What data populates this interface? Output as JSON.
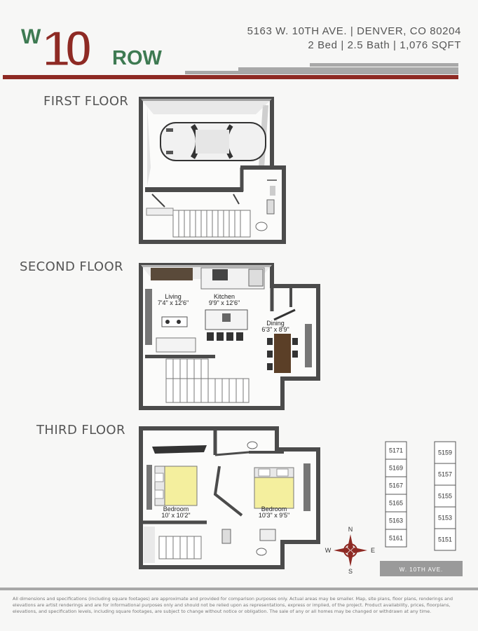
{
  "brand": {
    "logo_letter": "W",
    "logo_number": "10",
    "logo_word": "ROW"
  },
  "header": {
    "address": "5163 W. 10TH AVE. | DENVER, CO 80204",
    "specs": "2 Bed | 2.5 Bath | 1,076 SQFT"
  },
  "colors": {
    "accent": "#8e2a24",
    "grey_band": "#a7a7a7",
    "wall": "#4b4b4b",
    "bed": "#f4ef9e",
    "table": "#5b3f27"
  },
  "floors": {
    "first": {
      "title": "FIRST FLOOR"
    },
    "second": {
      "title": "SECOND FLOOR",
      "rooms": {
        "living": {
          "name": "Living",
          "size": "7'4\" x 12'6\""
        },
        "kitchen": {
          "name": "Kitchen",
          "size": "9'9\" x 12'6\""
        },
        "dining": {
          "name": "Dining",
          "size": "6'3\" x 8'9\""
        }
      }
    },
    "third": {
      "title": "THIRD FLOOR",
      "rooms": {
        "bed1": {
          "name": "Bedroom",
          "size": "10' x 10'2\""
        },
        "bed2": {
          "name": "Bedroom",
          "size": "10'3\" x 9'5\""
        }
      }
    }
  },
  "compass": {
    "n": "N",
    "s": "S",
    "e": "E",
    "w": "W"
  },
  "site_plan": {
    "left_lots": [
      "5171",
      "5169",
      "5167",
      "5165",
      "5163",
      "5161"
    ],
    "right_lots": [
      "5159",
      "5157",
      "5155",
      "5153",
      "5151"
    ],
    "street": "W. 10TH AVE."
  },
  "disclaimer": "All dimensions and specifications (including square footages) are approximate and provided for comparison purposes only. Actual areas may be smaller. Map, site plans, floor plans, renderings and elevations are artist renderings and are for informational purposes only and should not be relied upon as representations, express or implied, of the project. Product availability, prices, floorplans, elevations, and specification levels, including square footages, are subject to change without notice or obligation. The sale of any or all homes may be changed or withdrawn at any time."
}
